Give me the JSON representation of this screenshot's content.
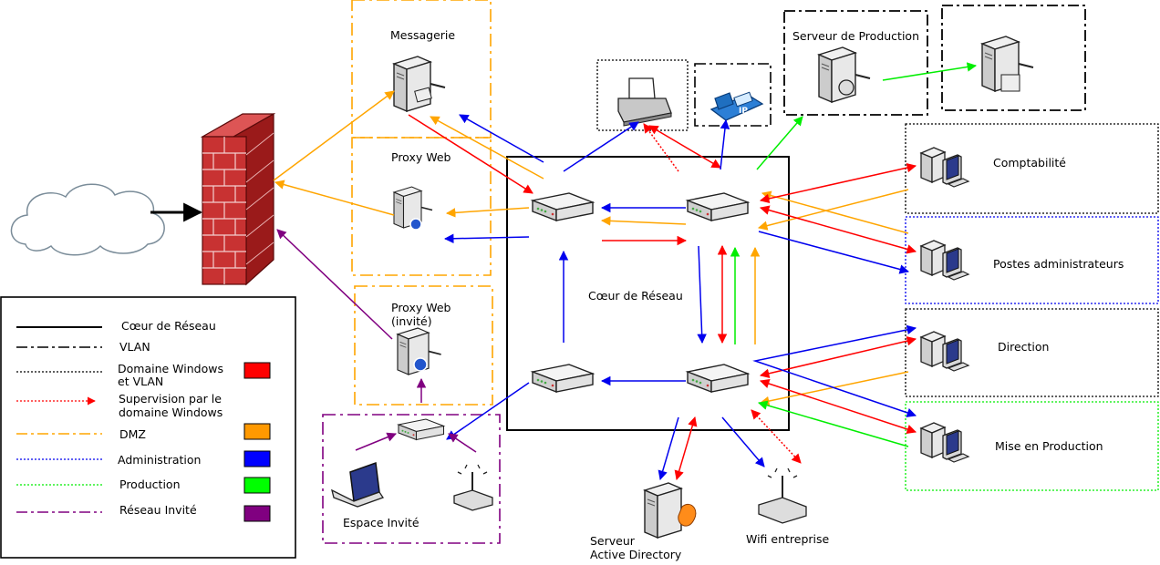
{
  "zones": {
    "messagerie": "Messagerie",
    "proxy_web": "Proxy Web",
    "proxy_web_invite": "Proxy Web\n(invité)",
    "coeur": "Cœur de Réseau",
    "espace_invite": "Espace Invité",
    "serveur_production": "Serveur de Production",
    "comptabilite": "Comptabilité",
    "postes_admin": "Postes administrateurs",
    "direction": "Direction",
    "mise_en_production": "Mise en Production",
    "serveur_ad": "Serveur\nActive Directory",
    "wifi": "Wifi entreprise"
  },
  "legend": {
    "items": [
      {
        "label": "Cœur de Réseau"
      },
      {
        "label": "VLAN"
      },
      {
        "label": "Domaine Windows\net VLAN"
      },
      {
        "label": "Supervision par le\ndomaine Windows"
      },
      {
        "label": "DMZ"
      },
      {
        "label": "Administration"
      },
      {
        "label": "Production"
      },
      {
        "label": "Réseau Invité"
      }
    ],
    "swatches": {
      "domaine": "#ff0000",
      "dmz": "#ff9900",
      "administration": "#0000ff",
      "production": "#00ff00",
      "invite": "#800080"
    }
  },
  "colors": {
    "red": "#ff0000",
    "orange": "#ffa500",
    "blue": "#0000ee",
    "green": "#00ee00",
    "purple": "#800080",
    "brick": "#b22222"
  }
}
